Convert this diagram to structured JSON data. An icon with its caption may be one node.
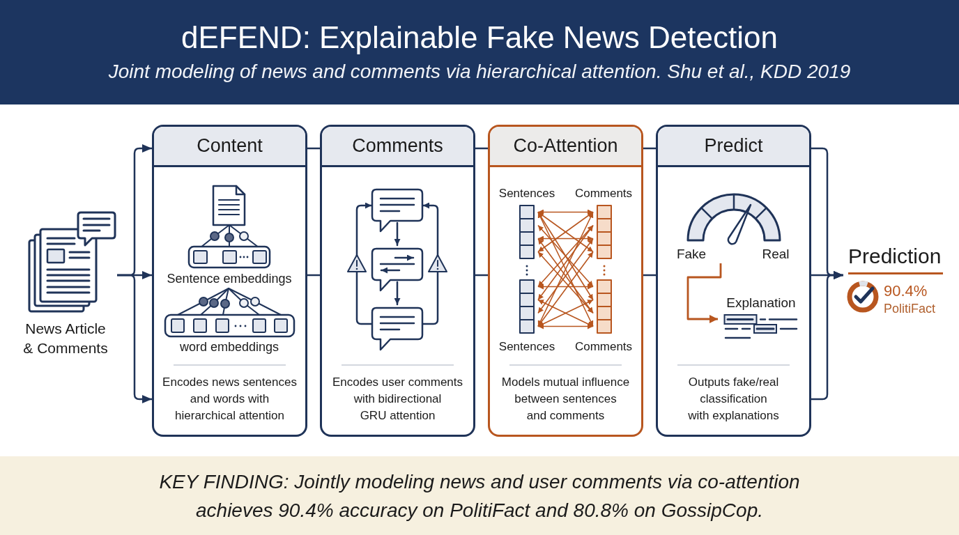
{
  "diagram": {
    "title": "dEFEND: Explainable Fake News Detection",
    "caption": "KEY FINDING: Jointly modeling news and user comments via co-attention achieves 90.4% accuracy on PolitiFact and 80.8% on GossipCop.",
    "nodes": [
      {
        "text": [
          "News Article & Comments"
        ]
      },
      {
        "text": [
          "Content",
          "Sentence embeddings",
          "word embeddings",
          "Encodes news sentences and words with hierarchical attention"
        ]
      },
      {
        "text": [
          "Comments",
          "Encodes user comments with bidirectional GRU attention"
        ]
      },
      {
        "text": [
          "Co-Attention",
          "Sentences",
          "Comments",
          "Sentences",
          "Comments",
          "Models mutual influence between sentences and comments"
        ]
      },
      {
        "text": [
          "Predict",
          "Fake",
          "Real",
          "Explanation",
          "Outputs fake/real classification with explanations"
        ]
      },
      {
        "text": [
          "Prediction",
          "90.4%",
          "PolitiFact"
        ]
      }
    ],
    "edges": [
      {
        "from": 0,
        "to": 1,
        "arrow": "to"
      },
      {
        "from": 0,
        "to": 1,
        "arrow": "to"
      },
      {
        "from": 0,
        "to": 1,
        "arrow": "to"
      },
      {
        "from": 1,
        "to": 2,
        "arrow": "none"
      },
      {
        "from": 1,
        "to": 2,
        "arrow": "none"
      },
      {
        "from": 2,
        "to": 3,
        "arrow": "none"
      },
      {
        "from": 2,
        "to": 3,
        "arrow": "none"
      },
      {
        "from": 3,
        "to": 4,
        "arrow": "none"
      },
      {
        "from": 3,
        "to": 4,
        "arrow": "none"
      },
      {
        "from": 4,
        "to": 5,
        "arrow": "to"
      },
      {
        "from": 4,
        "to": 5,
        "arrow": "to"
      },
      {
        "from": 4,
        "to": 5,
        "arrow": "to"
      }
    ],
    "labels": [
      "Joint modeling of news and comments via hierarchical attention. Shu et al., KDD 2019"
    ]
  }
}
